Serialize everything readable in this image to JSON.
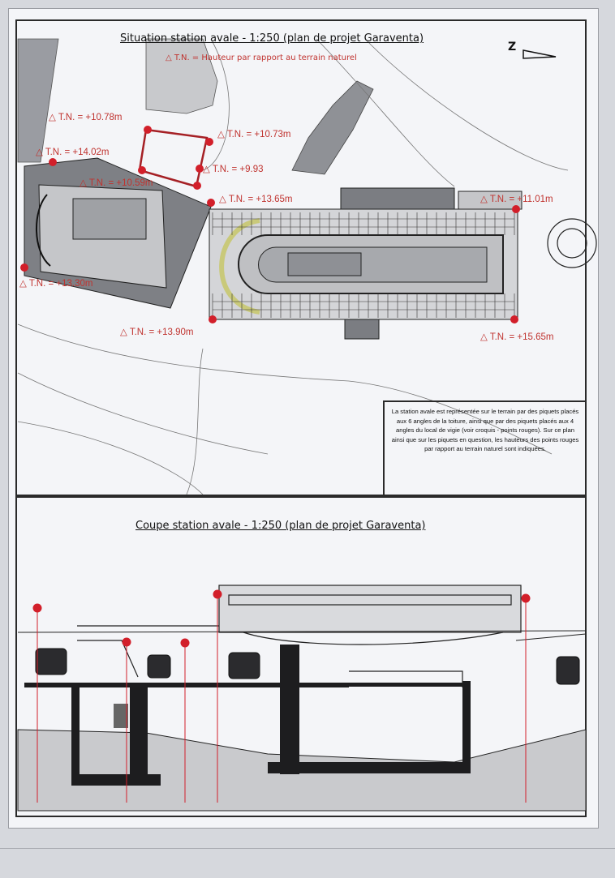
{
  "plan": {
    "title": "Situation station avale - 1:250 (plan de projet Garaventa)",
    "legend": "△ T.N. = Hauteur par rapport au terrain naturel",
    "north_label": "Z",
    "labels": [
      "△ T.N. = +10.78m",
      "△ T.N. = +14.02m",
      "△ T.N. = +10.73m",
      "△ T.N. = +10.59m",
      "△ T.N. = +9.93",
      "△ T.N. = +13.65m",
      "△ T.N. = +11.01m",
      "△ T.N. = +13.30m",
      "△ T.N. = +13.90m",
      "△ T.N. = +15.65m"
    ],
    "note": "La station avale est représentée sur le terrain par des piquets placés aux 6 angles de la toiture, ainsi que par des piquets placés aux 4 angles du local de vigie (voir croquis - points rouges). Sur ce plan ainsi que sur les piquets en question, les hauteurs des points rouges par rapport au terrain naturel sont indiquées."
  },
  "section": {
    "title": "Coupe station avale - 1:250 (plan de projet Garaventa)"
  },
  "colors": {
    "marker": "#d21f2a",
    "label": "#c0332f",
    "line": "#2a2a2a"
  }
}
